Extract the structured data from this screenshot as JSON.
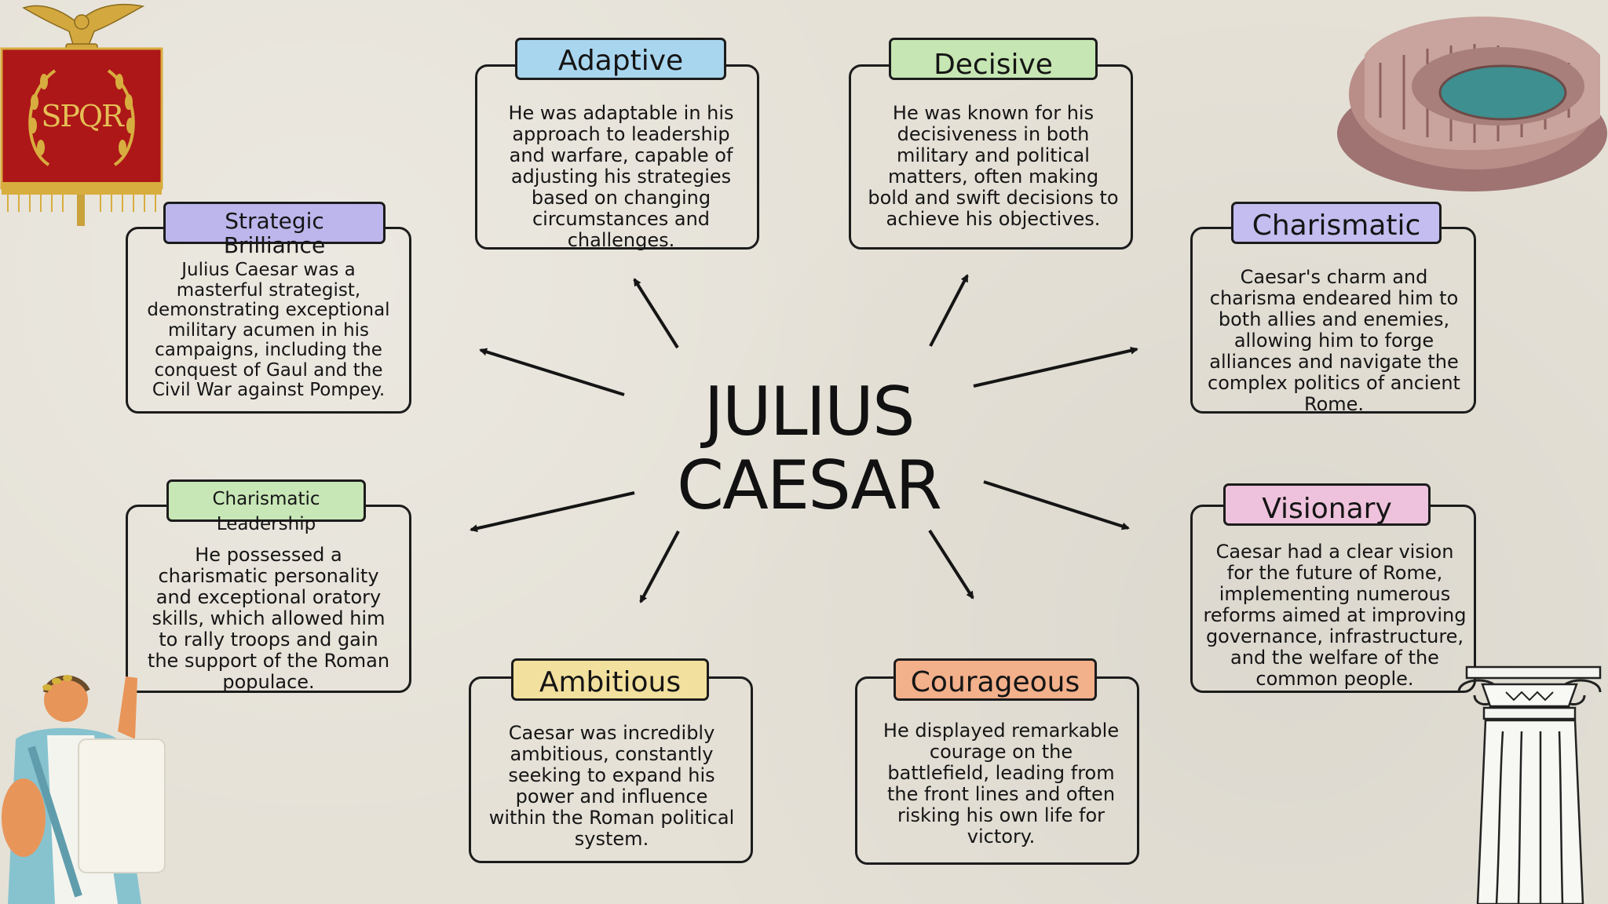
{
  "central_title": {
    "line1": "JULIUS",
    "line2": "CAESAR"
  },
  "traits": {
    "adaptive": {
      "heading": "Adaptive",
      "text": "He was adaptable in his approach to leadership and warfare, capable of adjusting his strategies based on changing circumstances and challenges."
    },
    "decisive": {
      "heading": "Decisive",
      "text": "He was known for his decisiveness in both military and political matters, often making bold and swift decisions to achieve his objectives."
    },
    "strategic": {
      "heading_line1": "Strategic",
      "heading_line2": "Brilliance",
      "text": "Julius Caesar was a masterful strategist, demonstrating exceptional military acumen in his campaigns, including the conquest of Gaul and the Civil War against Pompey."
    },
    "charismatic": {
      "heading": "Charismatic",
      "text": "Caesar's charm and charisma endeared him to both allies and enemies, allowing him to forge alliances and navigate the complex politics of ancient Rome."
    },
    "leadership": {
      "heading_line1": "Charismatic",
      "heading_line2": "Leadership",
      "text": "He possessed a charismatic personality and exceptional oratory skills, which allowed him to rally troops and gain the support of the Roman populace."
    },
    "visionary": {
      "heading": "Visionary",
      "text": "Caesar had a clear vision for the future of Rome, implementing numerous reforms aimed at improving governance, infrastructure, and the welfare of the common people."
    },
    "ambitious": {
      "heading": "Ambitious",
      "text": "Caesar was incredibly ambitious, constantly seeking to expand his power and influence within the Roman political system."
    },
    "courageous": {
      "heading": "Courageous",
      "text": "He displayed remarkable courage on the battlefield, leading from the front lines and often risking his own life for victory."
    }
  },
  "banner": {
    "text": "SPQR"
  },
  "colors": {
    "adaptive": "#a9d6ef",
    "decisive": "#c6e6b3",
    "strategic": "#bcb6ec",
    "charismatic": "#c3bdf0",
    "leadership": "#c8e7b7",
    "visionary": "#eec2dc",
    "ambitious": "#f2e09e",
    "courageous": "#f2b08b",
    "banner": "#ad1717",
    "gold": "#d8ad3f"
  },
  "icons": [
    "eagle-standard-icon",
    "colosseum-icon",
    "roman-figure-icon",
    "ionic-column-icon"
  ]
}
